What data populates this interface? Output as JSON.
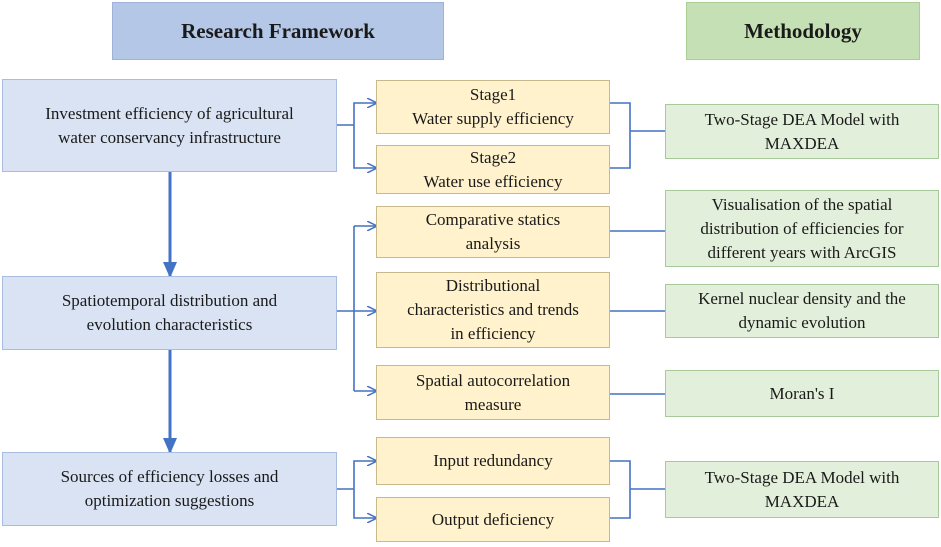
{
  "headers": {
    "framework": "Research Framework",
    "methodology": "Methodology"
  },
  "framework": {
    "investment": "Investment efficiency of agricultural\nwater conservancy infrastructure",
    "spatiotemporal": "Spatiotemporal distribution and\nevolution characteristics",
    "sources": "Sources of efficiency losses and\noptimization suggestions"
  },
  "stages": {
    "stage1": "Stage1\nWater supply efficiency",
    "stage2": "Stage2\nWater use efficiency",
    "comparative": "Comparative statics\nanalysis",
    "distributional": "Distributional\ncharacteristics and trends\nin efficiency",
    "spatial": "Spatial autocorrelation\nmeasure",
    "input": "Input redundancy",
    "output": "Output deficiency"
  },
  "methods": {
    "dea_top": "Two-Stage DEA Model with\nMAXDEA",
    "visualisation": "Visualisation of the spatial\ndistribution of efficiencies for\ndifferent years with ArcGIS",
    "kernel": "Kernel nuclear density and the\ndynamic evolution",
    "moran": "Moran's I",
    "dea_bottom": "Two-Stage DEA Model with\nMAXDEA"
  },
  "colors": {
    "arrow": "#4472c4",
    "header_blue": "#b4c7e7",
    "header_green": "#c5e0b4",
    "box_blue": "#dae3f3",
    "box_yellow": "#fff2cc",
    "box_green": "#e2efda"
  }
}
